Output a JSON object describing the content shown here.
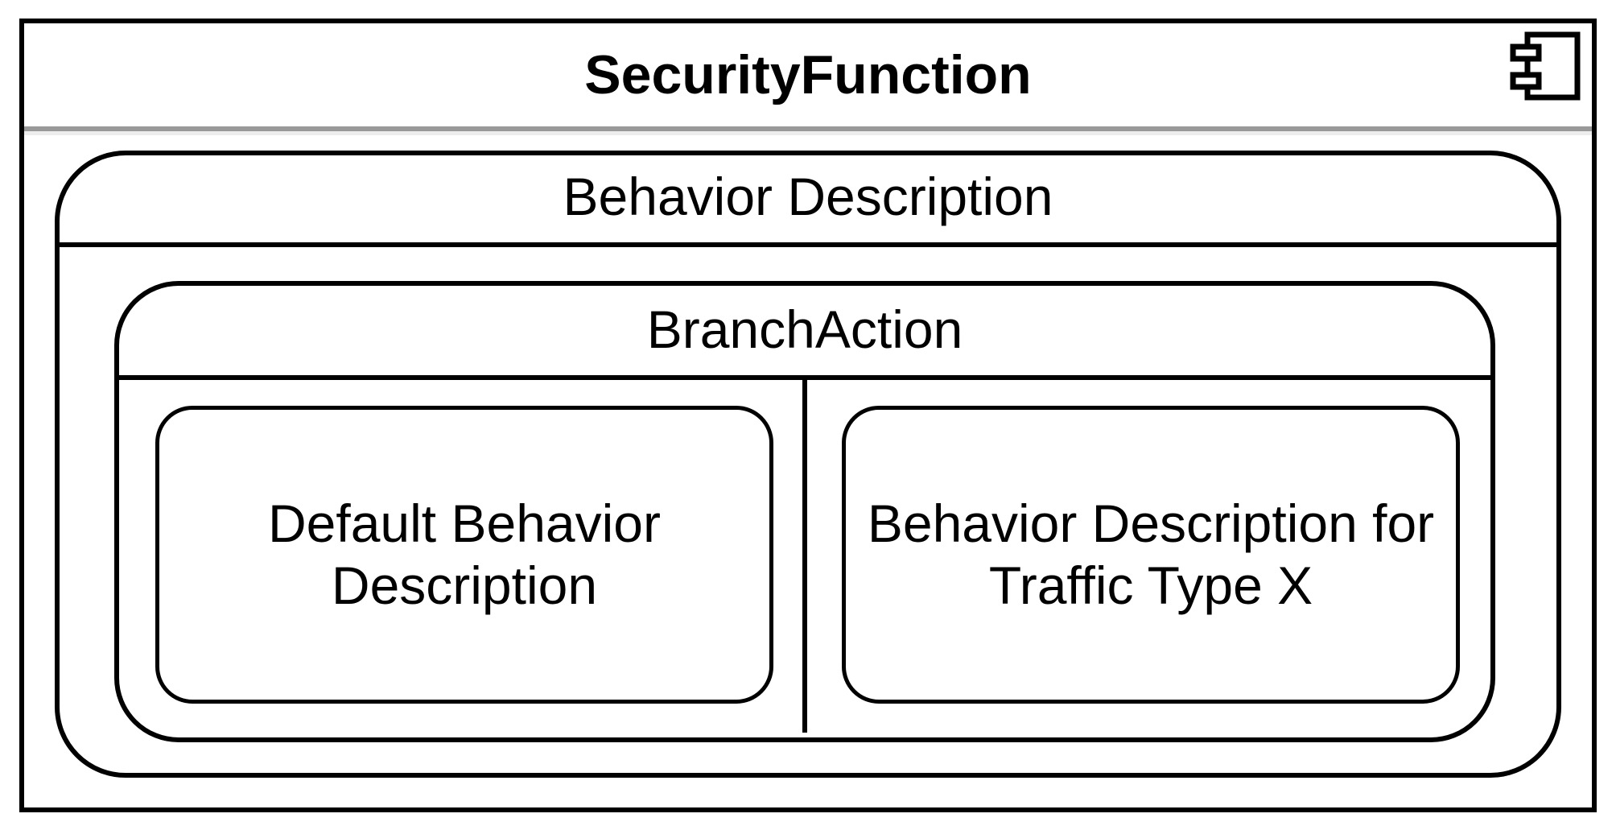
{
  "diagram": {
    "title": {
      "text": "SecurityFunction"
    },
    "behavior_description": {
      "label": "Behavior Description"
    },
    "branch_action": {
      "label": "BranchAction"
    },
    "default_behavior": {
      "label": "Default Behavior Description",
      "lines": [
        "Default Behavior",
        "Description"
      ]
    },
    "traffic_type_behavior": {
      "label": "Behavior Description for Traffic Type X",
      "lines": [
        "Behavior Description for",
        "Traffic Type X"
      ]
    },
    "colors": {
      "stroke": "#000000",
      "background": "#ffffff",
      "groove_dark": "#999999",
      "groove_light": "#ededed"
    }
  }
}
